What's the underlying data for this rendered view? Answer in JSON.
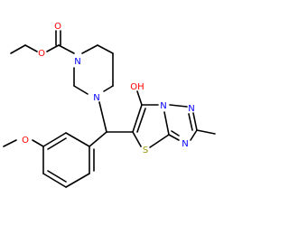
{
  "colors": {
    "bond": "#000000",
    "oxygen": "#ff0000",
    "nitrogen": "#0000ff",
    "sulfur": "#999900",
    "carbon": "#000000",
    "background": "#ffffff"
  },
  "atoms": [
    {
      "id": "o_ester_single",
      "label": "O",
      "element": "oxygen"
    },
    {
      "id": "o_ester_double",
      "label": "O",
      "element": "oxygen"
    },
    {
      "id": "n_piperazine_top",
      "label": "N",
      "element": "nitrogen"
    },
    {
      "id": "n_piperazine_bottom",
      "label": "N",
      "element": "nitrogen"
    },
    {
      "id": "oh_hydroxy",
      "label": "OH",
      "element": "oxygen"
    },
    {
      "id": "n_bridge",
      "label": "N",
      "element": "nitrogen"
    },
    {
      "id": "n_triazole_top",
      "label": "N",
      "element": "nitrogen"
    },
    {
      "id": "n_triazole_bottom",
      "label": "N",
      "element": "nitrogen"
    },
    {
      "id": "s_thiazole",
      "label": "S",
      "element": "sulfur"
    },
    {
      "id": "o_methoxy",
      "label": "O",
      "element": "oxygen"
    }
  ]
}
